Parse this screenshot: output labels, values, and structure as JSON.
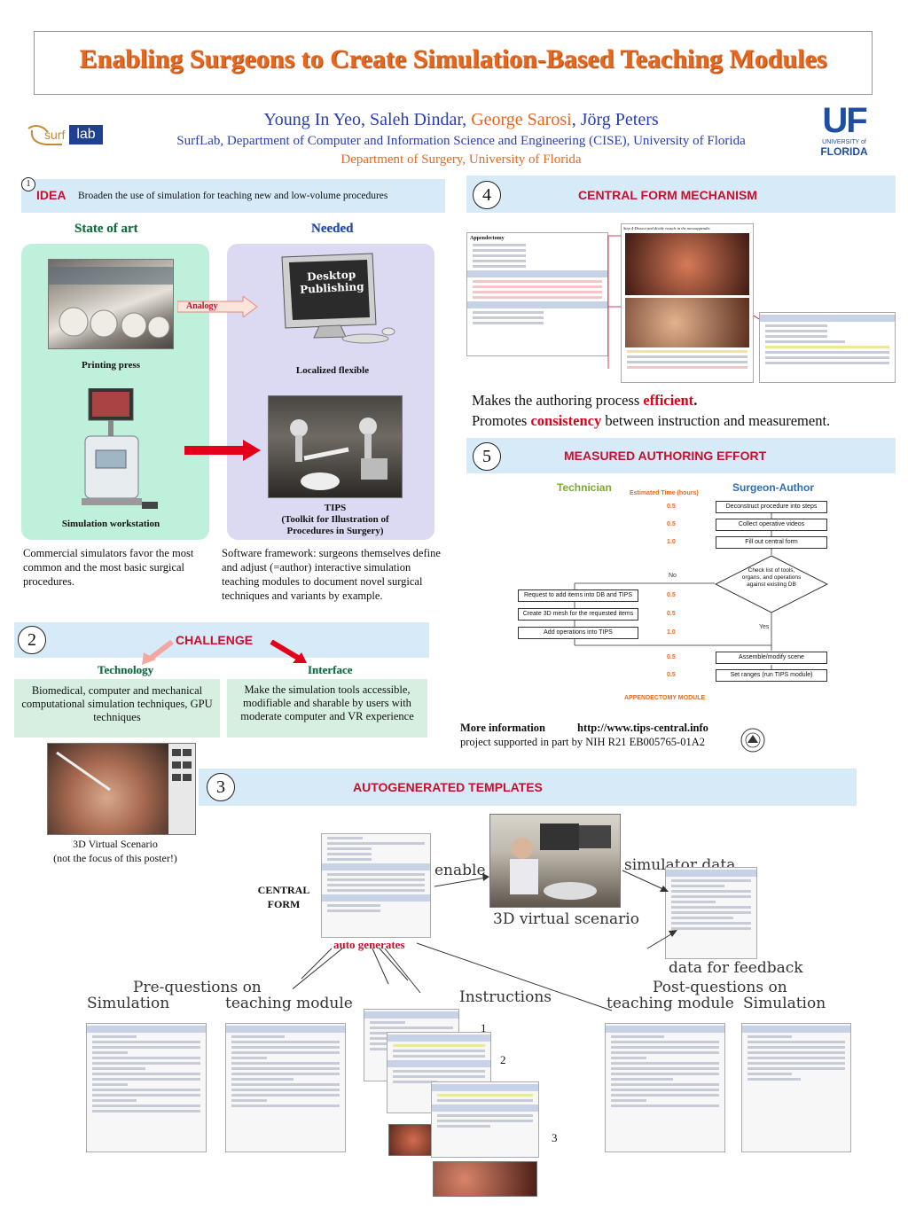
{
  "header": {
    "title": "Enabling Surgeons to Create Simulation-Based Teaching Modules",
    "authors_blue_1": "Young In Yeo, Saleh Dindar, ",
    "authors_orange": "George Sarosi",
    "authors_blue_2": ", Jörg Peters",
    "affiliation_1": "SurfLab, Department of Computer and Information Science and Engineering (CISE), University of Florida",
    "affiliation_2": "Department of Surgery, University of Florida",
    "surflab_logo_a": "surf",
    "surflab_logo_b": "lab",
    "uf_logo_big": "UF",
    "uf_logo_small_1": "UNIVERSITY of",
    "uf_logo_small_2": "FLORIDA"
  },
  "idea": {
    "number": "1",
    "label": "IDEA",
    "text": "Broaden the use of simulation for teaching new and low-volume procedures",
    "state_of_art": "State of art",
    "needed": "Needed",
    "analogy": "Analogy",
    "printing_press": "Printing press",
    "desktop_publishing": "Desktop Publishing",
    "localized_flexible": "Localized flexible",
    "simulation_workstation": "Simulation workstation",
    "tips_1": "TIPS",
    "tips_2": "(Toolkit for Illustration of",
    "tips_3": "Procedures in Surgery)",
    "commercial_text": "Commercial simulators favor the most common and the most basic surgical procedures.",
    "software_text": "Software framework: surgeons themselves define and adjust (=author) interactive simulation teaching modules to document novel surgical techniques and variants by example."
  },
  "challenge": {
    "number": "2",
    "title": "CHALLENGE",
    "technology": "Technology",
    "interface": "Interface",
    "technology_text": "Biomedical, computer and mechanical computational simulation techniques, GPU techniques",
    "interface_text": "Make the simulation tools accessible, modifiable and sharable by users with moderate computer and VR experience",
    "scenario_caption_1": "3D Virtual Scenario",
    "scenario_caption_2": "(not the focus of this poster!)"
  },
  "autogen": {
    "number": "3",
    "title": "AUTOGENERATED TEMPLATES",
    "central_form_1": "CENTRAL",
    "central_form_2": "FORM",
    "auto_generates": "auto generates",
    "enable": "enable",
    "simulator_data": "simulator data",
    "virtual_scenario": "3D virtual scenario",
    "data_for_feedback": "data for feedback",
    "pre_questions_1": "Pre-questions on",
    "pre_questions_sim": "Simulation",
    "pre_questions_mod": "teaching module",
    "instructions": "Instructions",
    "post_questions_1": "Post-questions on",
    "post_questions_mod": "teaching module",
    "post_questions_sim": "Simulation",
    "step1": "1",
    "step2": "2",
    "step3": "3"
  },
  "central_form": {
    "number": "4",
    "title": "CENTRAL FORM MECHANISM",
    "efficient_pre": "Makes the authoring process ",
    "efficient_word": "efficient",
    "efficient_post": ".",
    "consistency_pre": "Promotes ",
    "consistency_word": "consistency",
    "consistency_post": " between instruction and measurement.",
    "shot_title": "Appendectomy",
    "step_title": "Step 4-Dissect and divide vessels in the mesoappendix"
  },
  "measured": {
    "number": "5",
    "title": "MEASURED AUTHORING EFFORT",
    "technician": "Technician",
    "surgeon_author": "Surgeon-Author",
    "estimated_time": "Estimated Time (hours)",
    "box_deconstruct": "Deconstruct procedure into steps",
    "box_collect": "Collect operative videos",
    "box_fill": "Fill out central form",
    "box_check": "Check list of tools, organs, and operations against existing DB",
    "box_request": "Request to add items into DB and TIPS",
    "box_mesh": "Create 3D mesh for the requested items",
    "box_add": "Add operations into TIPS",
    "box_assemble": "Assemble/modify scene",
    "box_ranges": "Set ranges (run TIPS module)",
    "no": "No",
    "yes": "Yes",
    "t1": "0.5",
    "t2": "0.5",
    "t3": "1.0",
    "t4": "0.5",
    "t5": "0.5",
    "t6": "1.0",
    "t7": "0.5",
    "t8": "0.5",
    "module_label": "APPENDECTOMY MODULE"
  },
  "footer": {
    "more_info": "More information",
    "url": "http://www.tips-central.info",
    "support": "project supported in part by NIH R21 EB005765-01A2"
  }
}
